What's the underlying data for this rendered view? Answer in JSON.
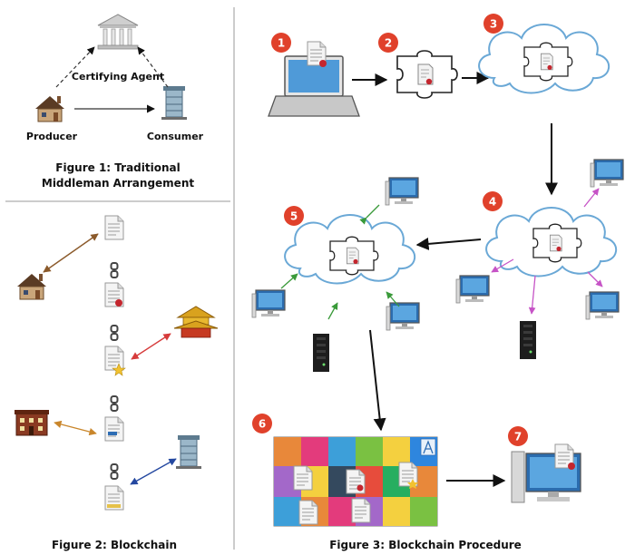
{
  "figure1": {
    "certifying_agent": "Certifying Agent",
    "producer": "Producer",
    "consumer": "Consumer",
    "caption_line1": "Figure 1: Traditional",
    "caption_line2": "Middleman Arrangement"
  },
  "figure2": {
    "caption": "Figure 2: Blockchain"
  },
  "figure3": {
    "caption": "Figure 3: Blockchain Procedure",
    "steps": [
      "1",
      "2",
      "3",
      "4",
      "5",
      "6",
      "7"
    ]
  },
  "colors": {
    "step_badge": "#e0412b",
    "brown_arrow": "#8b5a2b",
    "red_arrow": "#d63b3b",
    "orange_arrow": "#c9862b",
    "blue_arrow": "#2448a0",
    "green_arrow": "#3a9a3a",
    "magenta_arrow": "#c653c6"
  },
  "icons": [
    "bank-icon",
    "house-icon",
    "office-building-icon",
    "document-icon",
    "chain-link-icon",
    "laptop-icon",
    "puzzle-icon",
    "cloud-icon",
    "desktop-computer-icon",
    "server-icon",
    "pagoda-icon",
    "star-seal-icon"
  ]
}
